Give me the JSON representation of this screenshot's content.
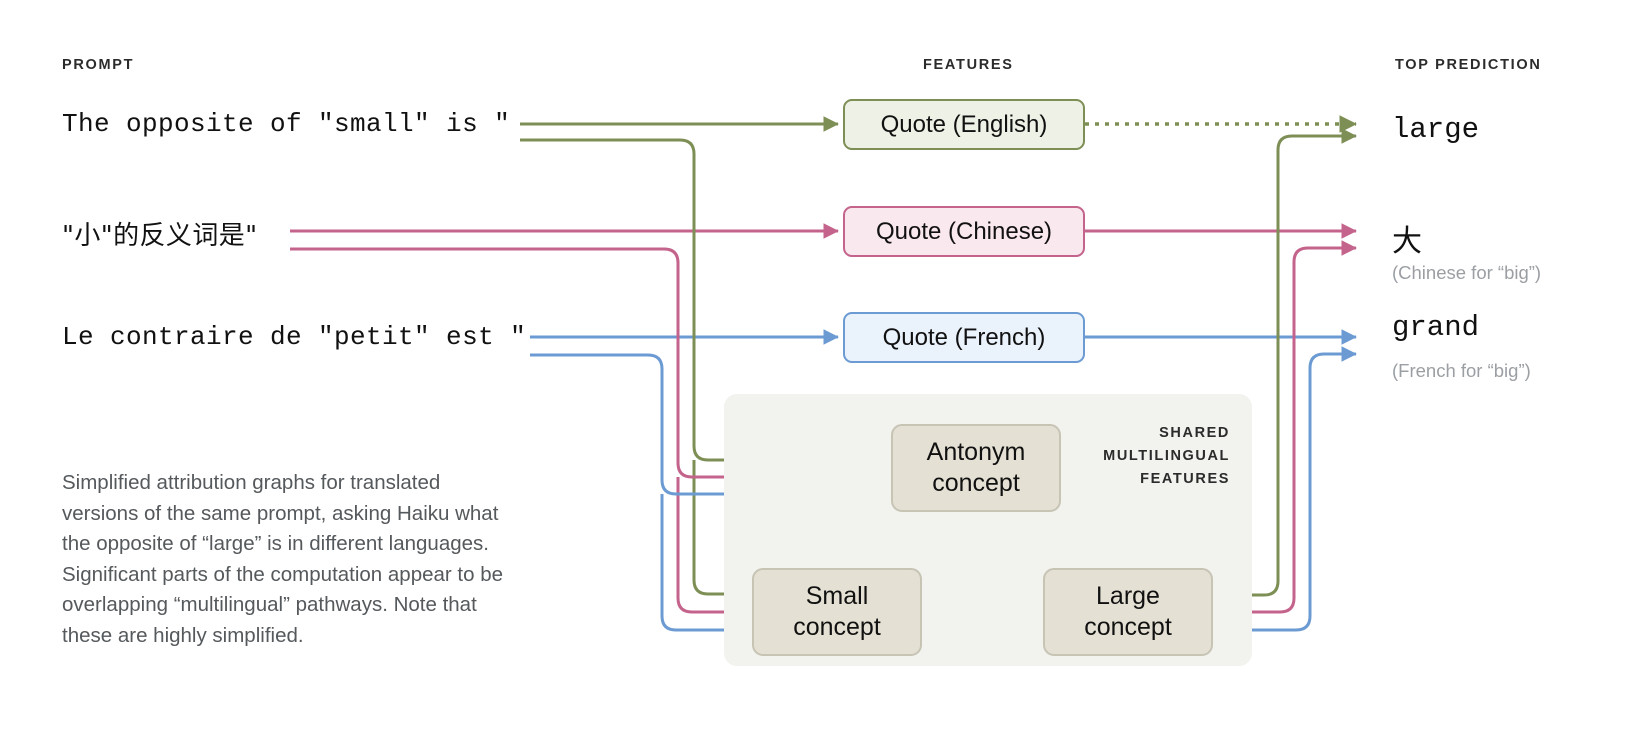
{
  "columns": {
    "prompt_header": "PROMPT",
    "features_header": "FEATURES",
    "prediction_header": "TOP PREDICTION"
  },
  "prompts": [
    {
      "id": "english",
      "text": "The opposite of \"small\" is \"",
      "color": "#7d8f55"
    },
    {
      "id": "chinese",
      "text": "\"小\"的反义词是\"",
      "color": "#c4638b"
    },
    {
      "id": "french",
      "text": "Le contraire de \"petit\" est \"",
      "color": "#6b9bd2"
    }
  ],
  "features": [
    {
      "id": "quote-english",
      "label": "Quote (English)",
      "fill": "#eef1e5",
      "border": "#7d8f55"
    },
    {
      "id": "quote-chinese",
      "label": "Quote (Chinese)",
      "fill": "#fae8ef",
      "border": "#c4638b"
    },
    {
      "id": "quote-french",
      "label": "Quote (French)",
      "fill": "#eaf2fb",
      "border": "#6b9bd2"
    }
  ],
  "shared": {
    "panel_label_line1": "SHARED",
    "panel_label_line2": "MULTILINGUAL",
    "panel_label_line3": "FEATURES",
    "concepts": [
      {
        "id": "antonym",
        "line1": "Antonym",
        "line2": "concept"
      },
      {
        "id": "small",
        "line1": "Small",
        "line2": "concept"
      },
      {
        "id": "large",
        "line1": "Large",
        "line2": "concept"
      }
    ]
  },
  "predictions": [
    {
      "id": "large",
      "text": "large",
      "gloss": ""
    },
    {
      "id": "da",
      "text": "大",
      "gloss": "(Chinese for “big”)"
    },
    {
      "id": "grand",
      "text": "grand",
      "gloss": "(French for “big”)"
    }
  ],
  "caption": "Simplified attribution graphs for translated versions of the same prompt, asking Haiku what the opposite of “large” is in different languages. Significant parts of the computation appear to be overlapping “multilingual” pathways. Note that these are highly simplified.",
  "colors": {
    "english": "#7d8f55",
    "chinese": "#c4638b",
    "french": "#6b9bd2",
    "concept_fill": "#e4e1d4",
    "concept_border": "#c7c4b4",
    "panel_bg": "#f2f2ef",
    "caption_text": "#55595c",
    "gloss_text": "#9b9fa3"
  }
}
